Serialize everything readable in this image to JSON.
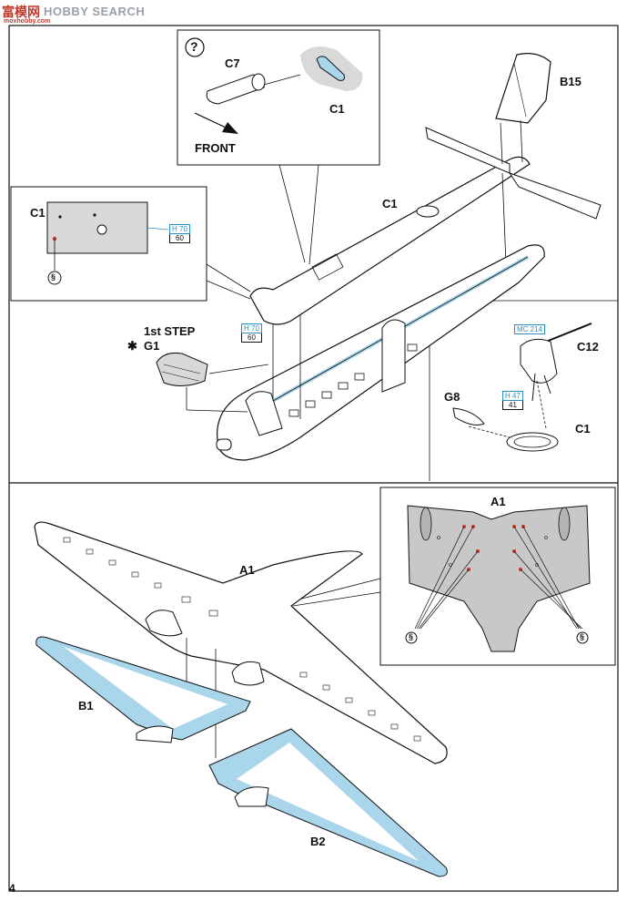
{
  "watermark": {
    "logo_cn": "富模网",
    "site": "HOBBY SEARCH",
    "domain": "moxhobby.com"
  },
  "step_upper": {
    "callout_top": {
      "question_mark": "?",
      "part_c7": "C7",
      "part_c1": "C1",
      "front_label": "FRONT"
    },
    "callout_left": {
      "part": "C1",
      "paint_code": "H 70",
      "paint_number": "60",
      "glue_symbol": "§"
    },
    "fuselage_part": "C1",
    "tail_part": "B15",
    "paint_fuselage": {
      "code": "H 70",
      "number": "60"
    },
    "step_note": "1st STEP",
    "cockpit_part": "G1",
    "cockpit_marker": "✱",
    "gun_part": "C12",
    "gun_paint": {
      "code": "MC 214"
    },
    "gun_paint2": {
      "code": "H 47",
      "number": "41"
    },
    "dome_part": "G8",
    "dome_target": "C1"
  },
  "step_lower": {
    "wing_part": "A1",
    "left_part": "B1",
    "right_part": "B2",
    "callout": {
      "part": "A1",
      "glue_symbol": "§"
    }
  },
  "page_number": "4",
  "colors": {
    "part_blue": "#a9d6ea",
    "paint_blue": "#2a8fbf",
    "line": "#111111",
    "gray_part": "#c8c8c8"
  }
}
